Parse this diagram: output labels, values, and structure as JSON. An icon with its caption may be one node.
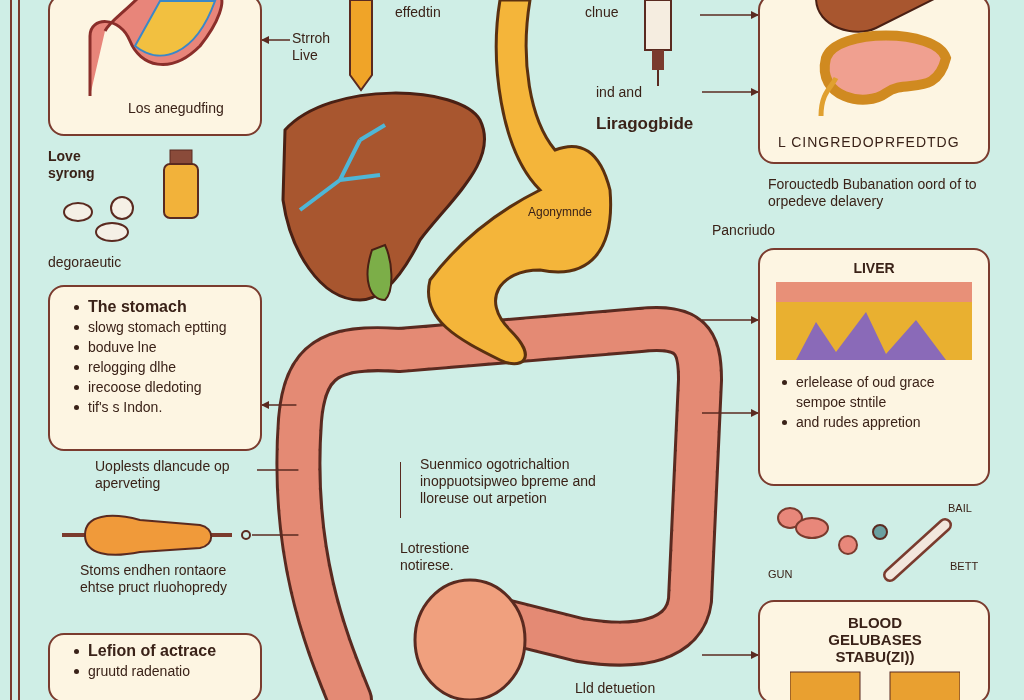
{
  "diagram": {
    "nodes": [
      {
        "text": [
          "Los anegudfing"
        ]
      },
      {
        "text": [
          "Strroh Live"
        ]
      },
      {
        "text": [
          "The stomach",
          "slowg stomach eptting",
          "boduve lne",
          "relogging dlhe",
          "irecoose dledoting",
          "tif's s Indon."
        ]
      },
      {
        "text": [
          "Uoplests dlancude op aperveting"
        ]
      },
      {
        "text": [],
        "shape": "picture",
        "beside": [
          "Stoms endhen rontaore ehtse pruct rluohopredy"
        ]
      },
      {
        "text": [
          "Lefion of actrace",
          "gruutd radenatio"
        ]
      },
      {
        "text": [],
        "shape": "picture"
      },
      {
        "text": [
          "Agonymnde"
        ]
      },
      {
        "text": [],
        "shape": "picture"
      },
      {
        "text": [
          "ind and",
          "Liragogbide"
        ]
      },
      {
        "text": [
          "L CINGREDOPRFEDTDG"
        ]
      },
      {
        "text": [
          "LIVER",
          "erlelease of oud grace sempoe stntile",
          "and rudes appretion"
        ]
      },
      {
        "text": [
          "BLOOD GELUBASES STABU(ZI))"
        ]
      }
    ],
    "edges": [
      {
        "from": 1,
        "to": 0,
        "arrow": "to"
      },
      {
        "from": 8,
        "to": 2,
        "arrow": "to"
      },
      {
        "from": 3,
        "to": 8,
        "arrow": "none"
      },
      {
        "from": 4,
        "to": 8,
        "arrow": "none"
      },
      {
        "from": 9,
        "to": 10,
        "arrow": "to"
      },
      {
        "from": null,
        "to": 10,
        "arrow": "to"
      },
      {
        "from": 8,
        "to": 11,
        "arrow": "to"
      },
      {
        "from": 8,
        "to": 11,
        "arrow": "to"
      },
      {
        "from": 8,
        "to": 12,
        "arrow": "to"
      }
    ],
    "labels": [
      "effedtin",
      "clnue",
      "Love syrong",
      "degoraeutic",
      "Forouctedb Bubanation oord of to orpedeve delavery",
      "Pancriudo",
      "Suenmico ogotrichaltion inoppuotsipweo bpreme and lloreuse out arpetion",
      "Lotrestione notirese.",
      "BAIL",
      "GUN",
      "BETT",
      "Lld detuetion"
    ]
  }
}
